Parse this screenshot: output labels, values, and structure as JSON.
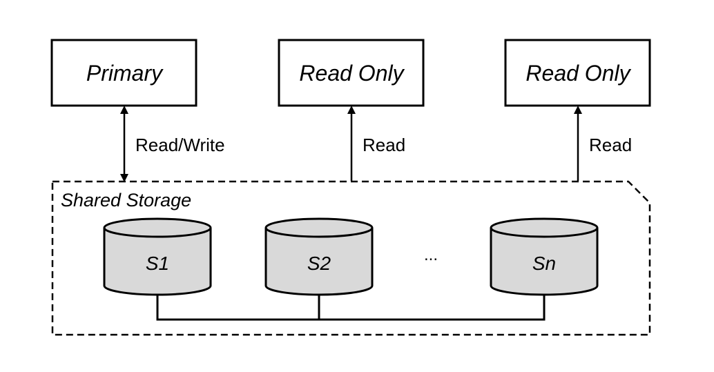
{
  "nodes": {
    "primary": "Primary",
    "read_only_1": "Read Only",
    "read_only_2": "Read Only"
  },
  "edges": {
    "primary_label": "Read/Write",
    "read_only_1_label": "Read",
    "read_only_2_label": "Read"
  },
  "storage": {
    "title": "Shared Storage",
    "disks": [
      "S1",
      "S2",
      "Sn"
    ],
    "ellipsis": "..."
  },
  "colors": {
    "stroke": "#000000",
    "disk_fill": "#d9d9d9",
    "background": "#ffffff"
  }
}
